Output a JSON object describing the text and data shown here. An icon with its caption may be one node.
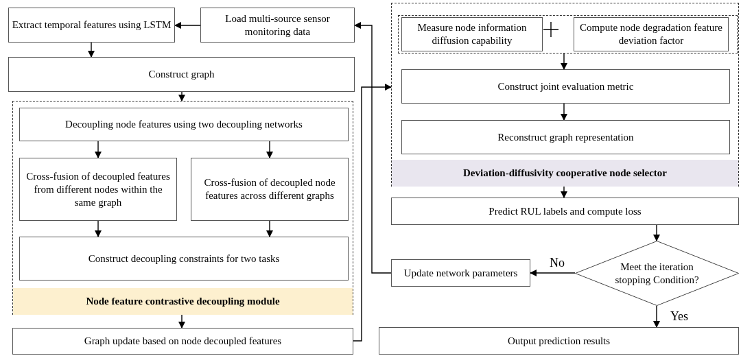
{
  "diagram": {
    "nodes": [
      {
        "text": [
          "Extract temporal features using LSTM"
        ]
      },
      {
        "text": [
          "Load multi-source sensor monitoring data"
        ]
      },
      {
        "text": [
          "Construct graph"
        ]
      },
      {
        "text": [
          "Node feature contrastive decoupling module"
        ]
      },
      {
        "text": [
          "Decoupling node features using two decoupling networks"
        ],
        "in": 3
      },
      {
        "text": [
          "Cross-fusion of decoupled features from different nodes within the same graph"
        ],
        "in": 3
      },
      {
        "text": [
          "Cross-fusion of decoupled node features across different graphs"
        ],
        "in": 3
      },
      {
        "text": [
          "Construct decoupling constraints for two tasks"
        ],
        "in": 3
      },
      {
        "text": [
          "Graph update based on node decoupled features"
        ]
      },
      {
        "text": [
          "Deviation-diffusivity cooperative node selector"
        ]
      },
      {
        "text": [],
        "shape": "box",
        "in": 9
      },
      {
        "text": [
          "Measure node information diffusion capability"
        ],
        "in": 10
      },
      {
        "text": [
          "Compute node degradation feature deviation factor"
        ],
        "in": 10
      },
      {
        "text": [
          "Construct joint evaluation metric"
        ],
        "in": 9
      },
      {
        "text": [
          "Reconstruct graph representation"
        ],
        "in": 9
      },
      {
        "text": [
          "Predict RUL labels and compute loss"
        ]
      },
      {
        "text": [
          "Update network parameters"
        ]
      },
      {
        "text": [
          "Meet the iteration stopping Condition?"
        ]
      },
      {
        "text": [
          "Output prediction results"
        ]
      }
    ],
    "edges": [
      {
        "from": 1,
        "to": 0,
        "arrow": "to"
      },
      {
        "from": 0,
        "to": 2,
        "arrow": "to"
      },
      {
        "from": 2,
        "to": 3,
        "arrow": "to"
      },
      {
        "from": 4,
        "to": 5,
        "arrow": "to"
      },
      {
        "from": 4,
        "to": 6,
        "arrow": "to"
      },
      {
        "from": 5,
        "to": 7,
        "arrow": "to"
      },
      {
        "from": 6,
        "to": 7,
        "arrow": "to"
      },
      {
        "from": 3,
        "to": 8,
        "arrow": "to"
      },
      {
        "from": 8,
        "to": 9,
        "arrow": "to"
      },
      {
        "from": 10,
        "to": 13,
        "arrow": "to"
      },
      {
        "from": 13,
        "to": 14,
        "arrow": "to"
      },
      {
        "from": 9,
        "to": 15,
        "arrow": "to"
      },
      {
        "from": 15,
        "to": 17,
        "arrow": "to"
      },
      {
        "from": 17,
        "to": 16,
        "label": "No",
        "arrow": "to"
      },
      {
        "from": 17,
        "to": 18,
        "label": "Yes",
        "arrow": "to"
      },
      {
        "from": 16,
        "to": 1,
        "arrow": "to"
      }
    ]
  }
}
